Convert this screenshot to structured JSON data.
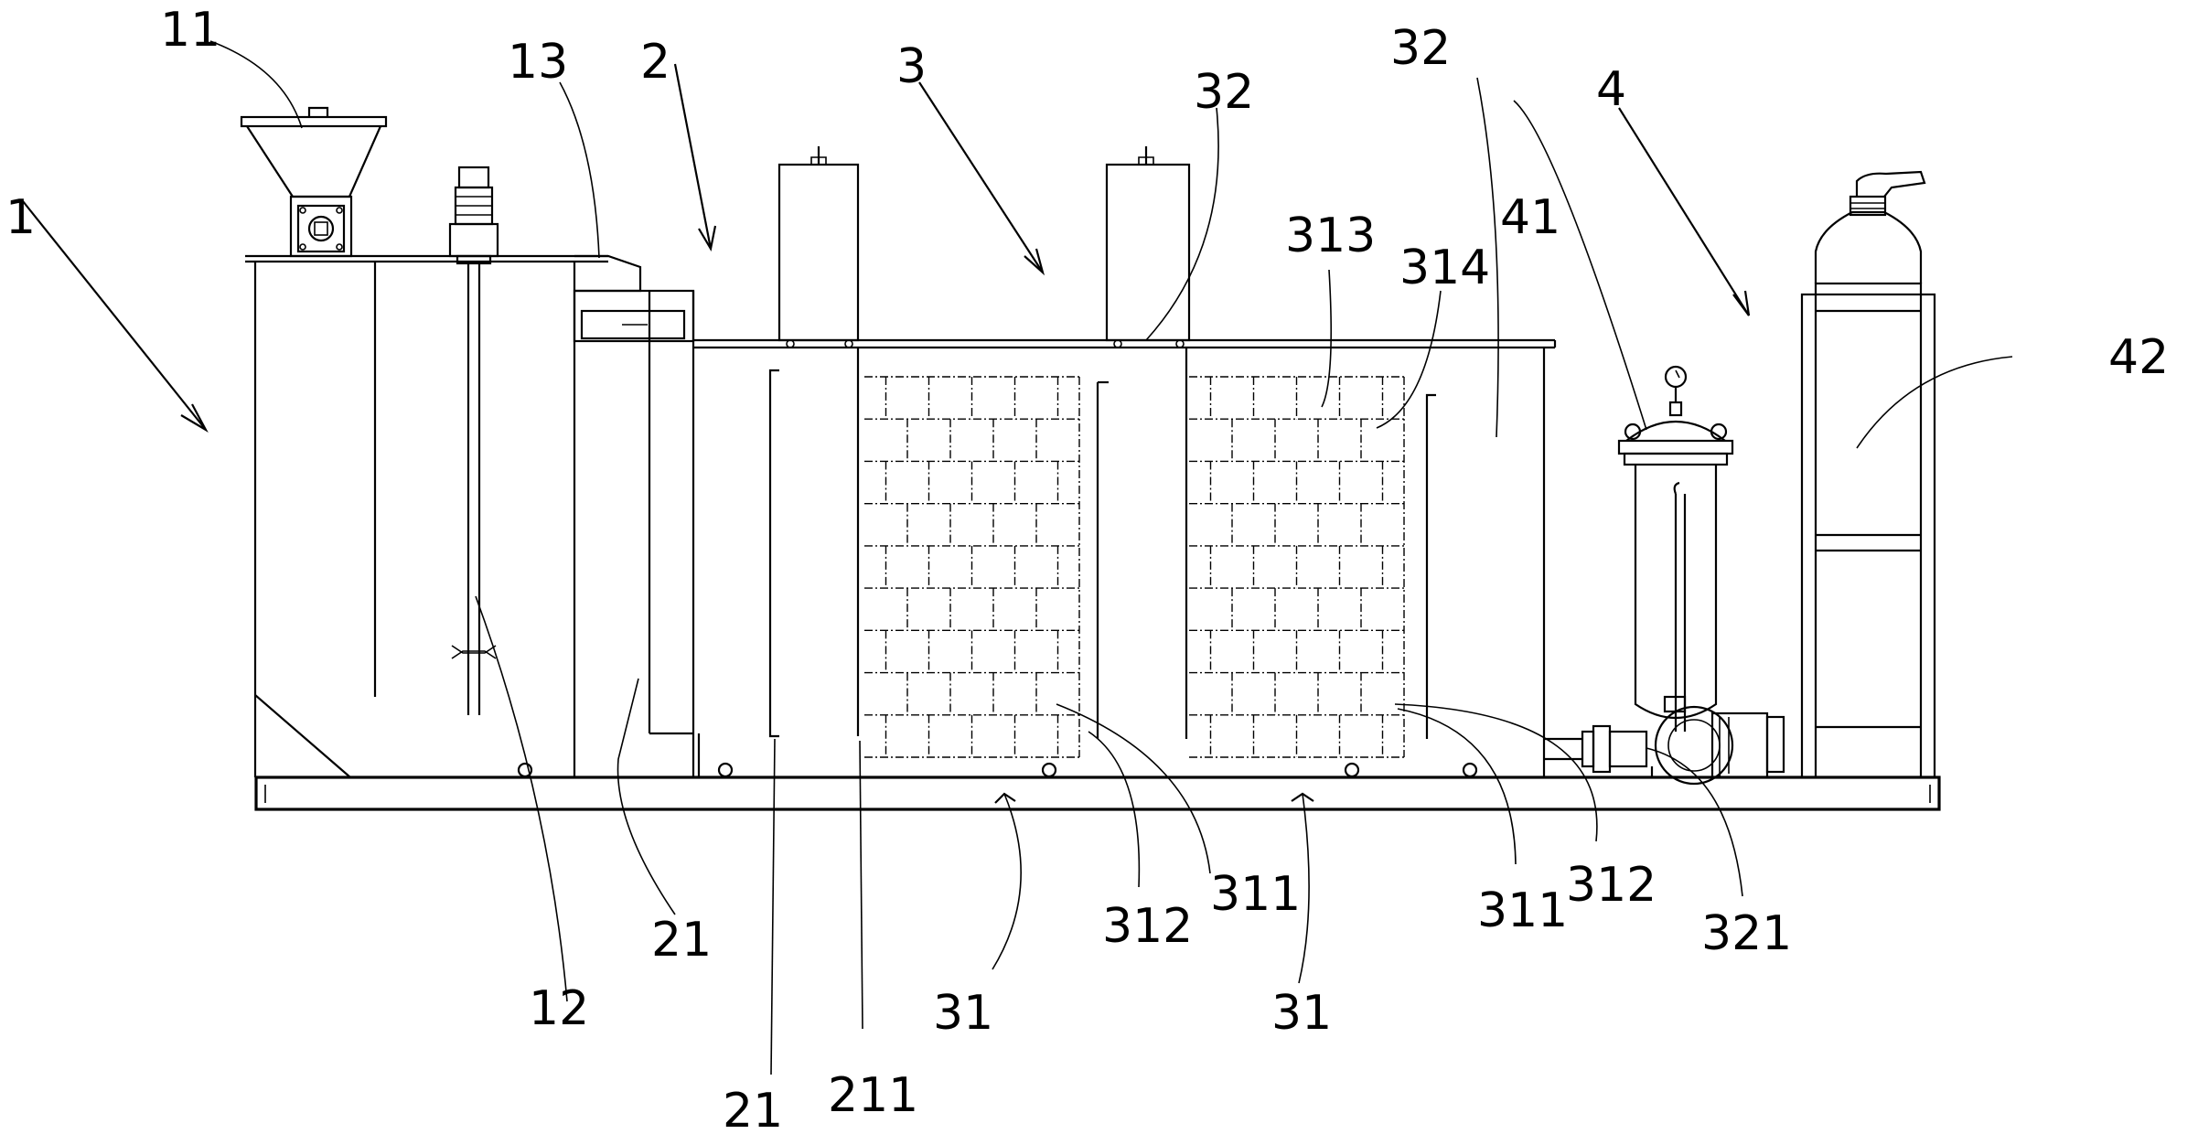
{
  "labels": {
    "l1": "1",
    "l11": "11",
    "l12": "12",
    "l13": "13",
    "l2": "2",
    "l21a": "21",
    "l21b": "21",
    "l211": "211",
    "l3": "3",
    "l31a": "31",
    "l31b": "31",
    "l32a": "32",
    "l32b": "32",
    "l311a": "311",
    "l311b": "311",
    "l312a": "312",
    "l312b": "312",
    "l313": "313",
    "l314": "314",
    "l321": "321",
    "l4": "4",
    "l41": "41",
    "l42": "42"
  }
}
